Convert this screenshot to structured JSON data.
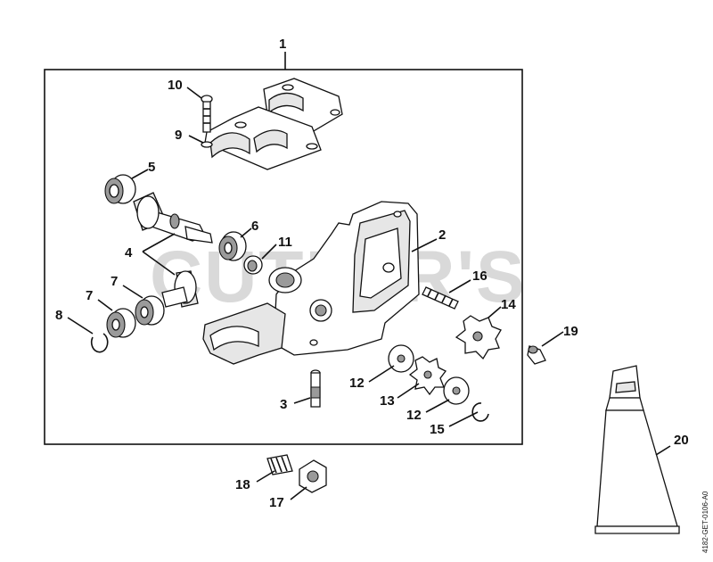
{
  "watermark": "CUTLER'S",
  "drawing_ref": "4182-GET-0106-A0",
  "callouts": [
    {
      "id": "1",
      "label": "1"
    },
    {
      "id": "2",
      "label": "2"
    },
    {
      "id": "3",
      "label": "3"
    },
    {
      "id": "4",
      "label": "4"
    },
    {
      "id": "5",
      "label": "5"
    },
    {
      "id": "6",
      "label": "6"
    },
    {
      "id": "7a",
      "label": "7"
    },
    {
      "id": "7b",
      "label": "7"
    },
    {
      "id": "8",
      "label": "8"
    },
    {
      "id": "9",
      "label": "9"
    },
    {
      "id": "10",
      "label": "10"
    },
    {
      "id": "11",
      "label": "11"
    },
    {
      "id": "12a",
      "label": "12"
    },
    {
      "id": "12b",
      "label": "12"
    },
    {
      "id": "13",
      "label": "13"
    },
    {
      "id": "14",
      "label": "14"
    },
    {
      "id": "15",
      "label": "15"
    },
    {
      "id": "16",
      "label": "16"
    },
    {
      "id": "17",
      "label": "17"
    },
    {
      "id": "18",
      "label": "18"
    },
    {
      "id": "19",
      "label": "19"
    },
    {
      "id": "20",
      "label": "20"
    }
  ]
}
